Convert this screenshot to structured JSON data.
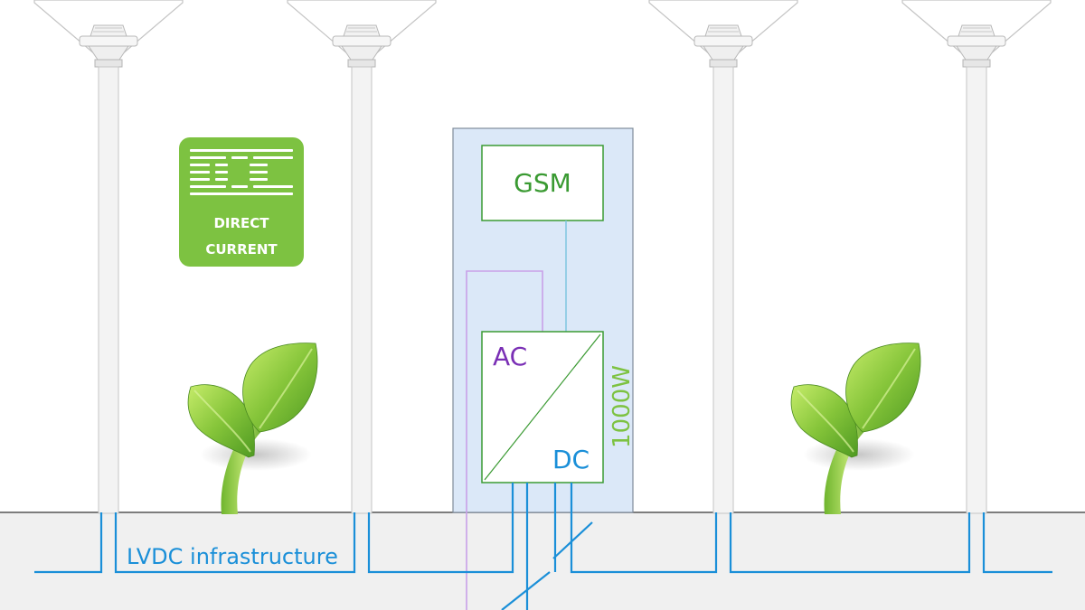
{
  "badge": {
    "line1": "DIRECT",
    "line2": "CURRENT",
    "icon": "dc-logo-icon"
  },
  "cabinet": {
    "gsm_label": "GSM",
    "converter_ac_label": "AC",
    "converter_dc_label": "DC",
    "power_label": "1000W"
  },
  "infrastructure_label": "LVDC infrastructure",
  "colors": {
    "green": "#3a9a32",
    "badge_green": "#7dc241",
    "blue": "#1a8fd8",
    "purple": "#7a2fb5",
    "lilac": "#c9a0e8",
    "cabinet_fill": "#dbe8f8",
    "ground_fill": "#f0f0f0"
  }
}
